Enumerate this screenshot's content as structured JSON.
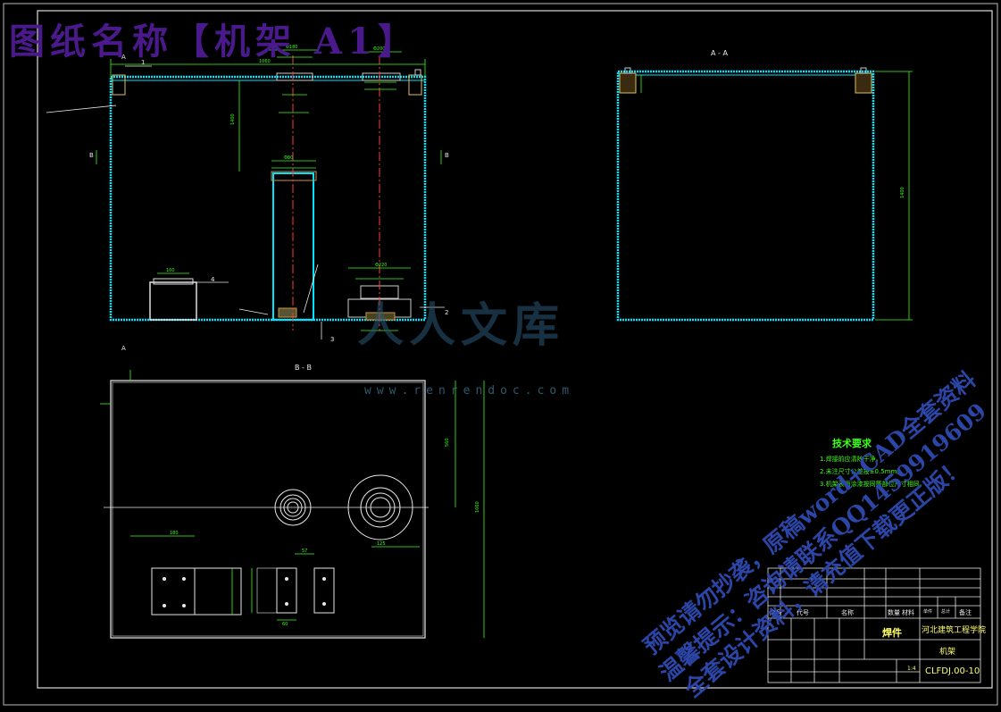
{
  "title": "图纸名称【机架  A1】",
  "section_labels": {
    "aa": "A - A",
    "bb": "B - B"
  },
  "watermark": {
    "logo": "人人文库",
    "url": "www.renrendoc.com",
    "line1": "预览请勿抄袭，原稿word+CAD全套资料",
    "line2": "温馨提示：咨询请联系QQ1459919609",
    "line3": "全套设计资料，请充值下载更正版！"
  },
  "tech_requirements": {
    "heading": "技术要求",
    "items": [
      "1.焊接前应清除干净。",
      "2.未注尺寸公差按±0.5mm。",
      "3.机架表面涂漆按同等部位尺寸相同。"
    ]
  },
  "title_block": {
    "part_type": "焊件",
    "school": "河北建筑工程学院",
    "name": "机架",
    "drawing_no": "CLFDJ.00-10",
    "scale": "1:4",
    "header_labels": [
      "序号",
      "代号",
      "名称",
      "数量",
      "材料",
      "单件",
      "总计",
      "备注"
    ]
  },
  "colors": {
    "background": "#000000",
    "outline": "#00e5ff",
    "dimension": "#39ff14",
    "centerline": "#ff3b3b",
    "white_line": "#e8e8e8",
    "title_text": "#4a1a8c",
    "tech_text": "#39ff14",
    "frame_border": "#d0d0d0"
  }
}
